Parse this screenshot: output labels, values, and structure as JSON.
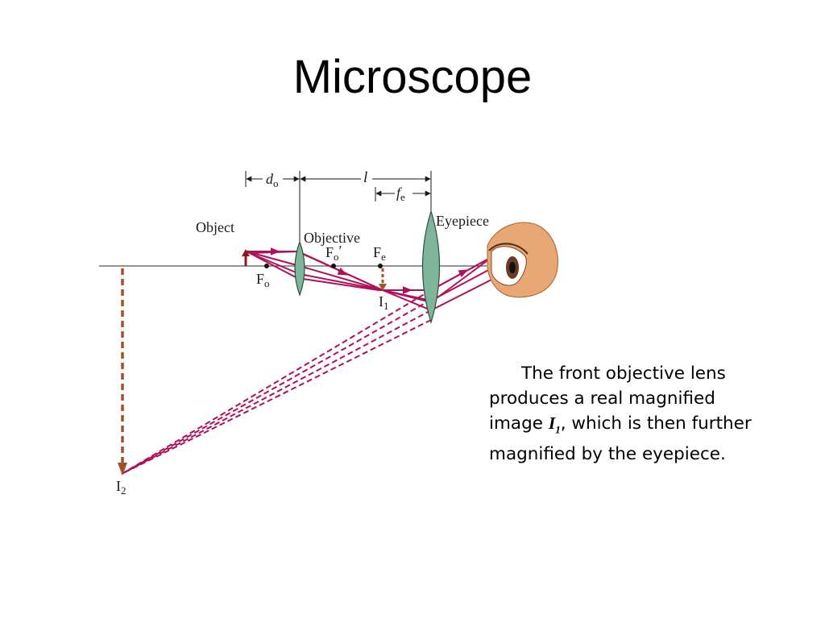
{
  "title": "Microscope",
  "diagram": {
    "labels": {
      "do_main": "d",
      "do_sub": "o",
      "l": "l",
      "fe_main": "f",
      "fe_sub": "e",
      "object": "Object",
      "objective": "Objective",
      "eyepiece": "Eyepiece",
      "fo_prime_main": "F",
      "fo_prime_sub": "o",
      "fo_prime_mark": "′",
      "fe_point_main": "F",
      "fe_point_sub": "e",
      "fo_main": "F",
      "fo_sub": "o",
      "i1_main": "I",
      "i1_sub": "1",
      "i2_main": "I",
      "i2_sub": "2"
    },
    "colors": {
      "ray": "#b0105a",
      "lens_fill": "#7fb59a",
      "image_arrow": "#a0522d",
      "object_arrow": "#8b1a1a",
      "axis": "#555555"
    }
  },
  "caption": {
    "line1_start": "The front objective lens produces a real magnified image ",
    "image_symbol": "I",
    "image_symbol_sub": "1",
    "line_end": ", which is then further magnified by the eyepiece."
  }
}
